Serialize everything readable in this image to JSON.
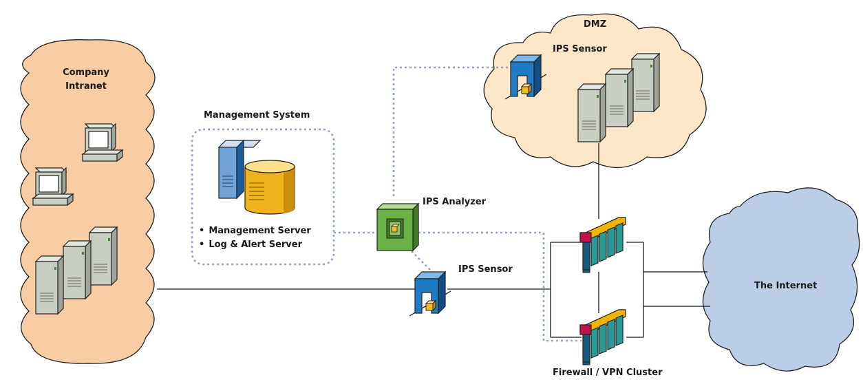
{
  "clouds": {
    "intranet": {
      "line1": "Company",
      "line2": "Intranet",
      "color": "#f9cda4"
    },
    "dmz": {
      "label": "DMZ",
      "color": "#fde7c8"
    },
    "internet": {
      "label": "The Internet",
      "color": "#bccde8"
    }
  },
  "management": {
    "title": "Management System",
    "items": [
      "Management Server",
      "Log & Alert Server"
    ]
  },
  "devices": {
    "analyzer": "IPS Analyzer",
    "sensor_dmz": "IPS Sensor",
    "sensor_main": "IPS Sensor",
    "firewall_cluster": "Firewall / VPN Cluster"
  },
  "colors": {
    "link_solid": "#1a1a1a",
    "link_dotted": "#8fa6c9",
    "server": "#c9cec3",
    "sensor": "#1f7cc4",
    "analyzer": "#6ab045",
    "firewall": "#1f8c8a",
    "database": "#f1b31c"
  }
}
